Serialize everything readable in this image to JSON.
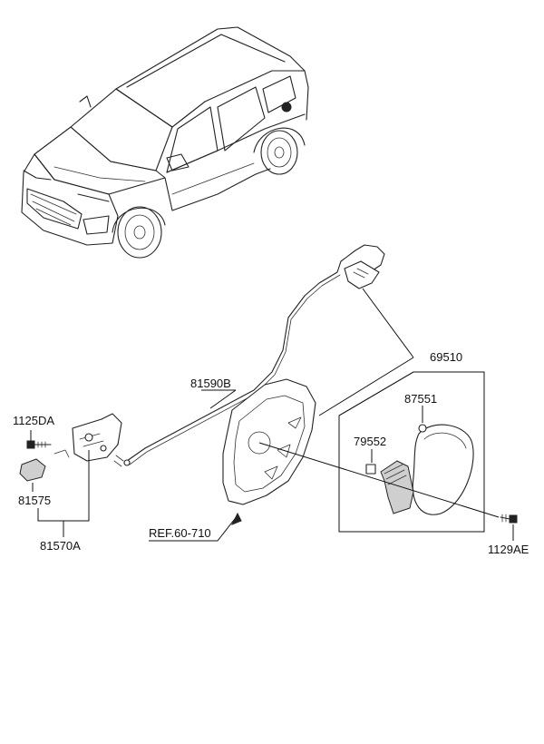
{
  "labels": {
    "fuel_door_assembly": "69510",
    "fuel_door_cap": "87551",
    "fuel_door_spring": "79552",
    "screw_right": "1129AE",
    "opener_cable": "81590B",
    "bolt_left": "1125DA",
    "latch_cover": "81575",
    "latch_assembly": "81570A",
    "housing_reference": "REF.60-710"
  }
}
